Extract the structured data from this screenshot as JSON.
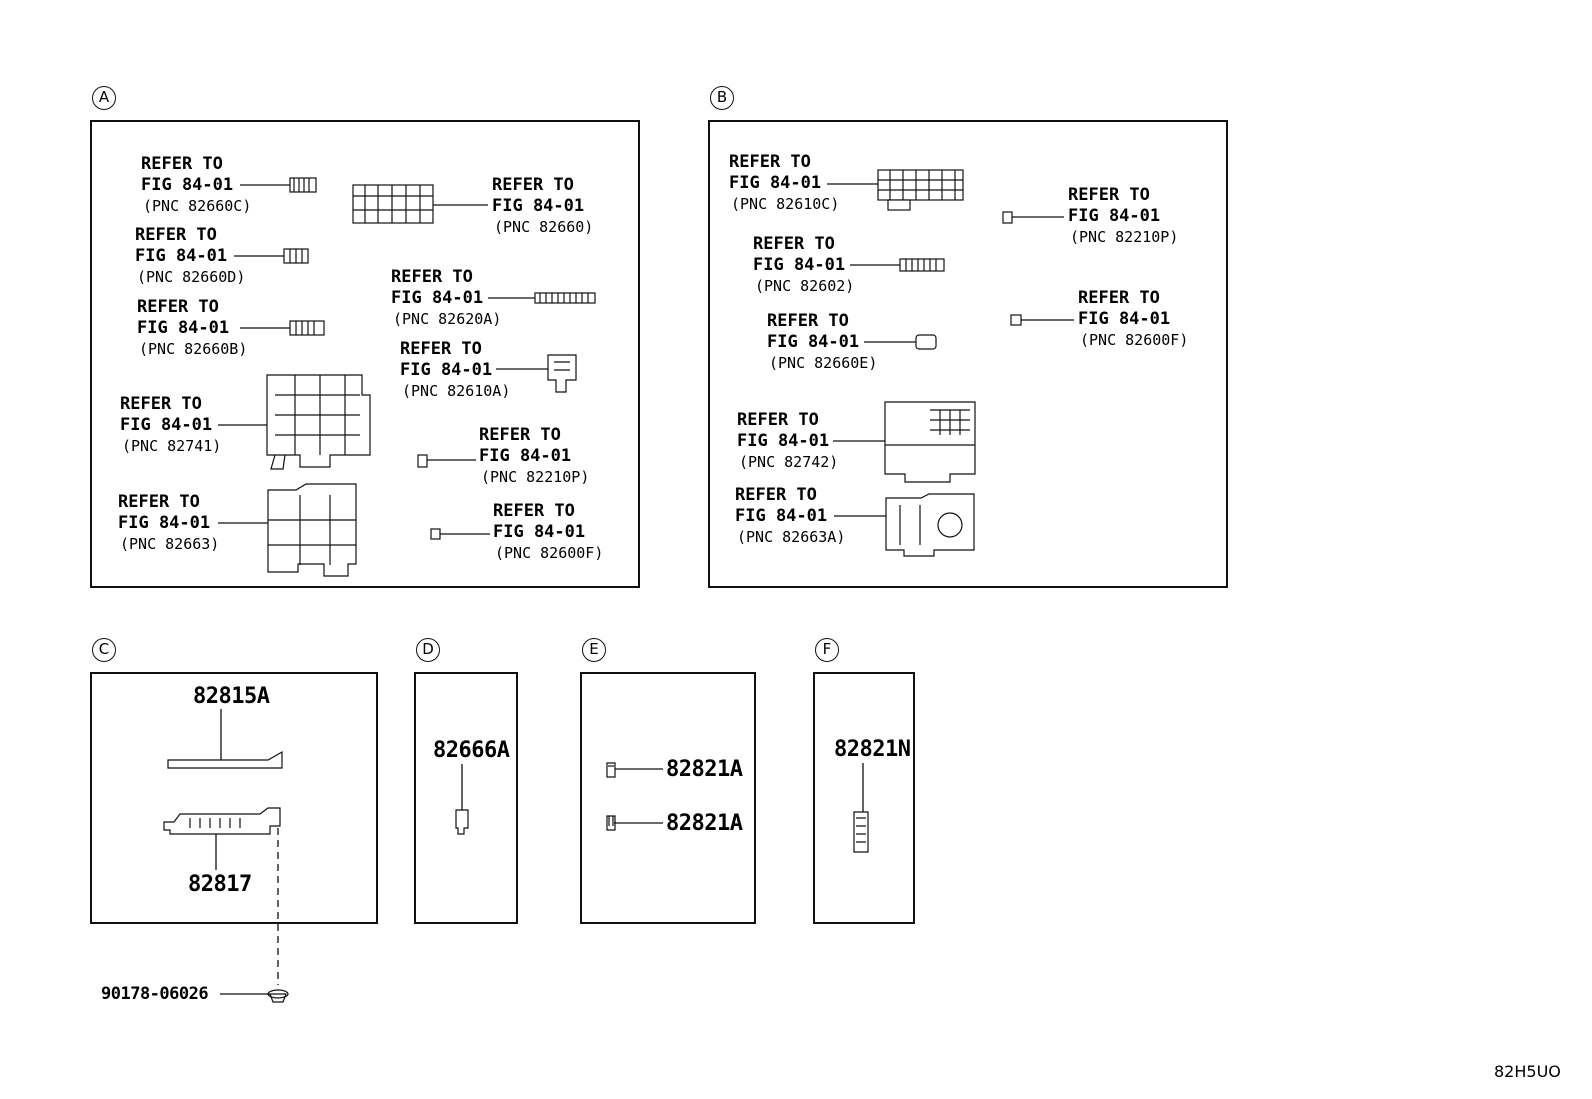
{
  "sections": {
    "A": {
      "letter": "A"
    },
    "B": {
      "letter": "B"
    },
    "C": {
      "letter": "C"
    },
    "D": {
      "letter": "D"
    },
    "E": {
      "letter": "E"
    },
    "F": {
      "letter": "F"
    }
  },
  "common": {
    "refer": "REFER TO",
    "fig": "FIG 84-01"
  },
  "refs": {
    "a_82660c": {
      "pnc": "(PNC 82660C)"
    },
    "a_82660": {
      "pnc": "(PNC 82660)"
    },
    "a_82660d": {
      "pnc": "(PNC 82660D)"
    },
    "a_82620a": {
      "pnc": "(PNC 82620A)"
    },
    "a_82660b": {
      "pnc": "(PNC 82660B)"
    },
    "a_82610a": {
      "pnc": "(PNC 82610A)"
    },
    "a_82741": {
      "pnc": "(PNC 82741)"
    },
    "a_82210p": {
      "pnc": "(PNC 82210P)"
    },
    "a_82663": {
      "pnc": "(PNC 82663)"
    },
    "a_82600f": {
      "pnc": "(PNC 82600F)"
    },
    "b_82610c": {
      "pnc": "(PNC 82610C)"
    },
    "b_82210p": {
      "pnc": "(PNC 82210P)"
    },
    "b_82602": {
      "pnc": "(PNC 82602)"
    },
    "b_82600f": {
      "pnc": "(PNC 82600F)"
    },
    "b_82660e": {
      "pnc": "(PNC 82660E)"
    },
    "b_82742": {
      "pnc": "(PNC 82742)"
    },
    "b_82663a": {
      "pnc": "(PNC 82663A)"
    }
  },
  "part_numbers": {
    "p82815a": "82815A",
    "p82817": "82817",
    "p90178": "90178-06026",
    "p82666a": "82666A",
    "p82821a_1": "82821A",
    "p82821a_2": "82821A",
    "p82821n": "82821N"
  },
  "diagram_code": "82H5UO"
}
